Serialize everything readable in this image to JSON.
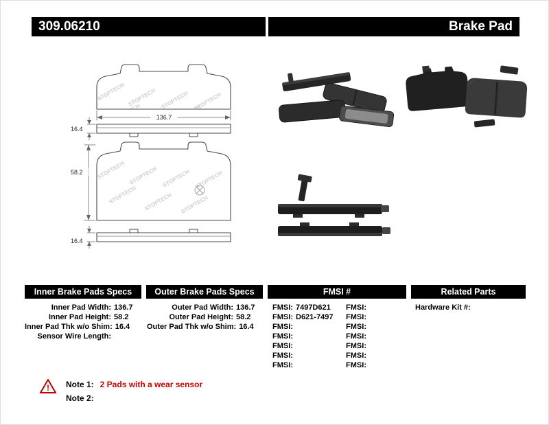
{
  "header": {
    "part_number": "309.06210",
    "product_type": "Brake Pad"
  },
  "drawing": {
    "watermark": "STOPTECH",
    "dims": {
      "width": "136.7",
      "thickness_top": "16.4",
      "height": "58.2",
      "thickness_bottom": "16.4"
    }
  },
  "specs": {
    "inner": {
      "title": "Inner Brake Pads Specs",
      "rows": [
        {
          "label": "Inner Pad Width:",
          "value": "136.7"
        },
        {
          "label": "Inner Pad Height:",
          "value": "58.2"
        },
        {
          "label": "Inner Pad Thk w/o Shim:",
          "value": "16.4"
        },
        {
          "label": "Sensor Wire Length:",
          "value": ""
        }
      ]
    },
    "outer": {
      "title": "Outer Brake Pads Specs",
      "rows": [
        {
          "label": "Outer Pad Width:",
          "value": "136.7"
        },
        {
          "label": "Outer Pad Height:",
          "value": "58.2"
        },
        {
          "label": "Outer Pad Thk w/o Shim:",
          "value": "16.4"
        }
      ]
    },
    "fmsi": {
      "title": "FMSI #",
      "col1": [
        {
          "label": "FMSI:",
          "value": "7497D621"
        },
        {
          "label": "FMSI:",
          "value": "D621-7497"
        },
        {
          "label": "FMSI:",
          "value": ""
        },
        {
          "label": "FMSI:",
          "value": ""
        },
        {
          "label": "FMSI:",
          "value": ""
        },
        {
          "label": "FMSI:",
          "value": ""
        },
        {
          "label": "FMSI:",
          "value": ""
        }
      ],
      "col2": [
        {
          "label": "FMSI:",
          "value": ""
        },
        {
          "label": "FMSI:",
          "value": ""
        },
        {
          "label": "FMSI:",
          "value": ""
        },
        {
          "label": "FMSI:",
          "value": ""
        },
        {
          "label": "FMSI:",
          "value": ""
        },
        {
          "label": "FMSI:",
          "value": ""
        },
        {
          "label": "FMSI:",
          "value": ""
        }
      ]
    },
    "related": {
      "title": "Related Parts",
      "rows": [
        {
          "label": "Hardware Kit #:",
          "value": ""
        }
      ]
    }
  },
  "notes": {
    "note1_label": "Note 1:",
    "note1_text": "2 Pads with a wear sensor",
    "note2_label": "Note 2:",
    "note2_text": ""
  },
  "colors": {
    "header_bg": "#000000",
    "header_text": "#ffffff",
    "note_red": "#cc0000"
  }
}
